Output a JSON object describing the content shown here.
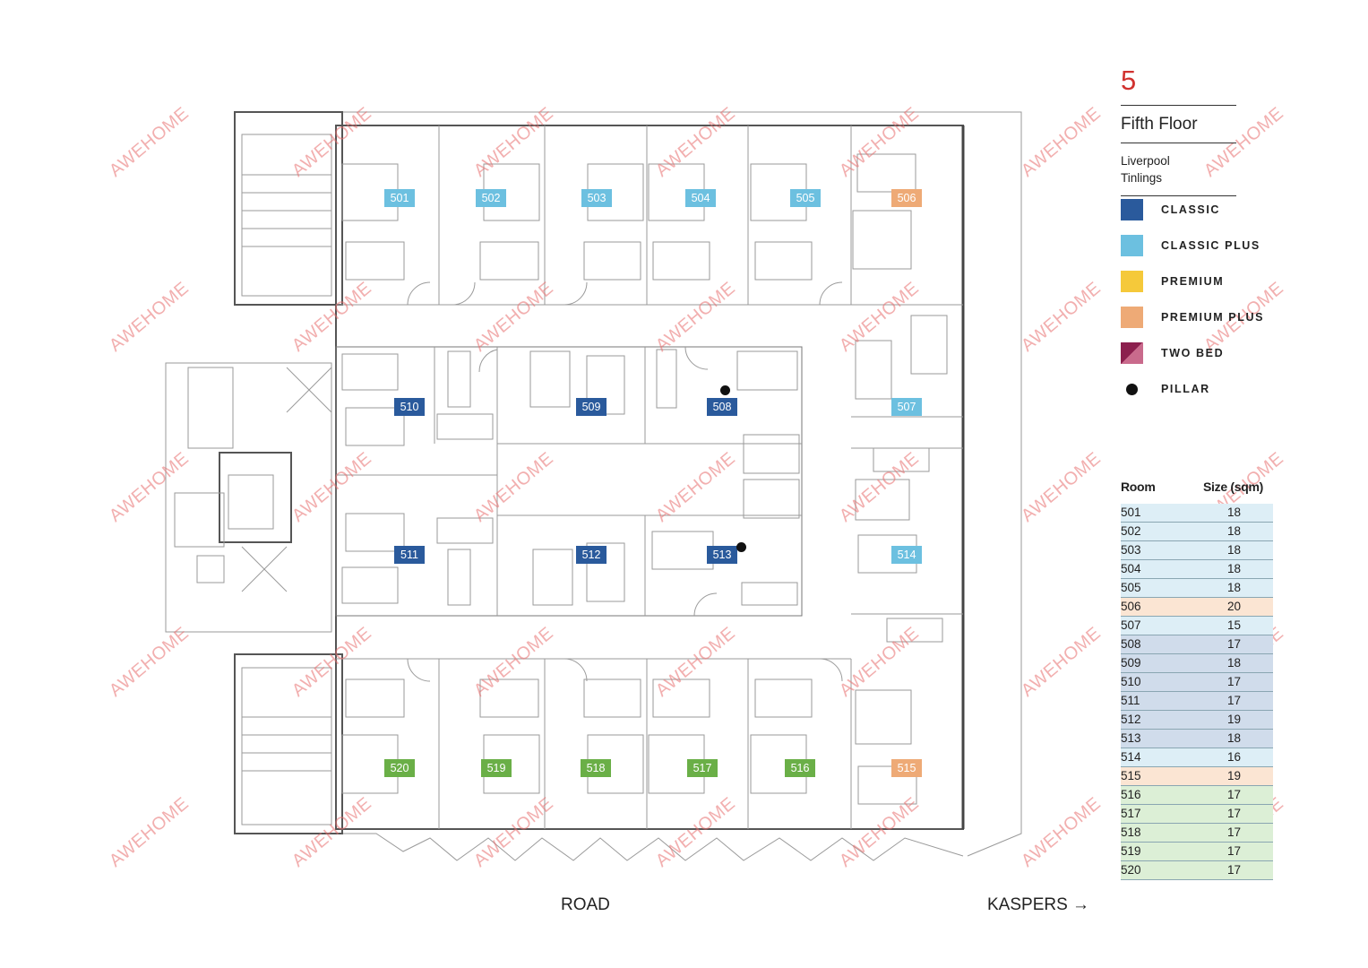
{
  "floor": {
    "number": "5",
    "name": "Fifth Floor",
    "location_line1": "Liverpool",
    "location_line2": "Tinlings"
  },
  "colors": {
    "classic": "#2a5a9c",
    "classic_plus": "#6cc0e0",
    "premium": "#f5c93a",
    "premium_plus": "#eeaa76",
    "two_bed_a": "#8c1f4e",
    "two_bed_b": "#c96a8c",
    "green": "#6aaf47",
    "floor_number": "#d1322f",
    "watermark": "#e86e6e"
  },
  "legend": [
    {
      "label": "CLASSIC",
      "color": "#2a5a9c"
    },
    {
      "label": "CLASSIC PLUS",
      "color": "#6cc0e0"
    },
    {
      "label": "PREMIUM",
      "color": "#f5c93a"
    },
    {
      "label": "PREMIUM PLUS",
      "color": "#eeaa76"
    },
    {
      "label": "TWO BED",
      "color": "two-tone-diagonal"
    },
    {
      "label": "PILLAR",
      "color": "#111111"
    }
  ],
  "rooms": [
    {
      "number": "501",
      "category": "classic_plus"
    },
    {
      "number": "502",
      "category": "classic_plus"
    },
    {
      "number": "503",
      "category": "classic_plus"
    },
    {
      "number": "504",
      "category": "classic_plus"
    },
    {
      "number": "505",
      "category": "classic_plus"
    },
    {
      "number": "506",
      "category": "premium_plus"
    },
    {
      "number": "507",
      "category": "classic_plus"
    },
    {
      "number": "508",
      "category": "classic"
    },
    {
      "number": "509",
      "category": "classic"
    },
    {
      "number": "510",
      "category": "classic"
    },
    {
      "number": "511",
      "category": "classic"
    },
    {
      "number": "512",
      "category": "classic"
    },
    {
      "number": "513",
      "category": "classic"
    },
    {
      "number": "514",
      "category": "classic_plus"
    },
    {
      "number": "515",
      "category": "premium_plus"
    },
    {
      "number": "516",
      "category": "green"
    },
    {
      "number": "517",
      "category": "green"
    },
    {
      "number": "518",
      "category": "green"
    },
    {
      "number": "519",
      "category": "green"
    },
    {
      "number": "520",
      "category": "green"
    }
  ],
  "size_table": {
    "col_room": "Room",
    "col_size": "Size (sqm)",
    "rows": [
      {
        "room": "501",
        "size": "18",
        "bg": "#ddeef6"
      },
      {
        "room": "502",
        "size": "18",
        "bg": "#ddeef6"
      },
      {
        "room": "503",
        "size": "18",
        "bg": "#ddeef6"
      },
      {
        "room": "504",
        "size": "18",
        "bg": "#ddeef6"
      },
      {
        "room": "505",
        "size": "18",
        "bg": "#ddeef6"
      },
      {
        "room": "506",
        "size": "20",
        "bg": "#fbe5d3"
      },
      {
        "room": "507",
        "size": "15",
        "bg": "#ddeef6"
      },
      {
        "room": "508",
        "size": "17",
        "bg": "#d0dceb"
      },
      {
        "room": "509",
        "size": "18",
        "bg": "#d0dceb"
      },
      {
        "room": "510",
        "size": "17",
        "bg": "#d0dceb"
      },
      {
        "room": "511",
        "size": "17",
        "bg": "#d0dceb"
      },
      {
        "room": "512",
        "size": "19",
        "bg": "#d0dceb"
      },
      {
        "room": "513",
        "size": "18",
        "bg": "#d0dceb"
      },
      {
        "room": "514",
        "size": "16",
        "bg": "#ddeef6"
      },
      {
        "room": "515",
        "size": "19",
        "bg": "#fbe5d3"
      },
      {
        "room": "516",
        "size": "17",
        "bg": "#dcefd6"
      },
      {
        "room": "517",
        "size": "17",
        "bg": "#dcefd6"
      },
      {
        "room": "518",
        "size": "17",
        "bg": "#dcefd6"
      },
      {
        "room": "519",
        "size": "17",
        "bg": "#dcefd6"
      },
      {
        "room": "520",
        "size": "17",
        "bg": "#dcefd6"
      }
    ]
  },
  "labels": {
    "road": "ROAD",
    "kaspers": "KASPERS →"
  },
  "watermark_text": "AWEHOME"
}
